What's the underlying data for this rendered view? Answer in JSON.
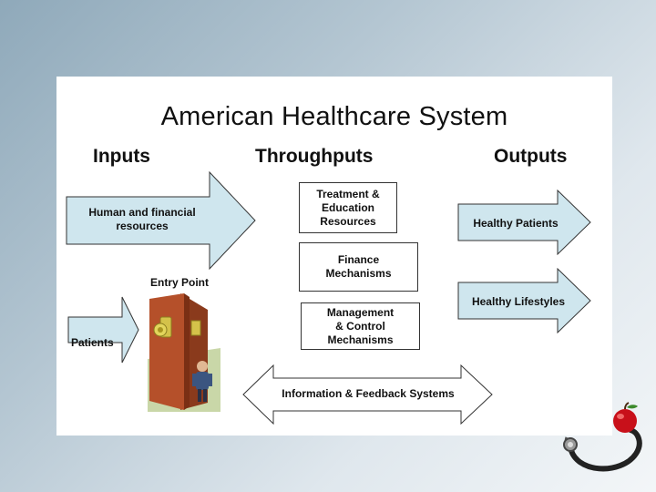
{
  "title": "American Healthcare System",
  "columns": {
    "inputs": "Inputs",
    "throughputs": "Throughputs",
    "outputs": "Outputs"
  },
  "inputs": {
    "resources": "Human and financial\nresources",
    "patients": "Patients",
    "entry_point": "Entry Point"
  },
  "throughputs": {
    "treatment": "Treatment &\nEducation\nResources",
    "finance": "Finance\nMechanisms",
    "management": "Management\n& Control\nMechanisms"
  },
  "outputs": {
    "healthy_patients": "Healthy Patients",
    "healthy_lifestyles": "Healthy Lifestyles"
  },
  "feedback": "Information & Feedback Systems",
  "colors": {
    "arrow_fill": "#cfe6ee",
    "arrow_stroke": "#333333",
    "door": "#b5502a",
    "knob": "#d4c24a"
  },
  "icons": [
    "door-with-person-illustration",
    "stethoscope-apple-icon"
  ]
}
